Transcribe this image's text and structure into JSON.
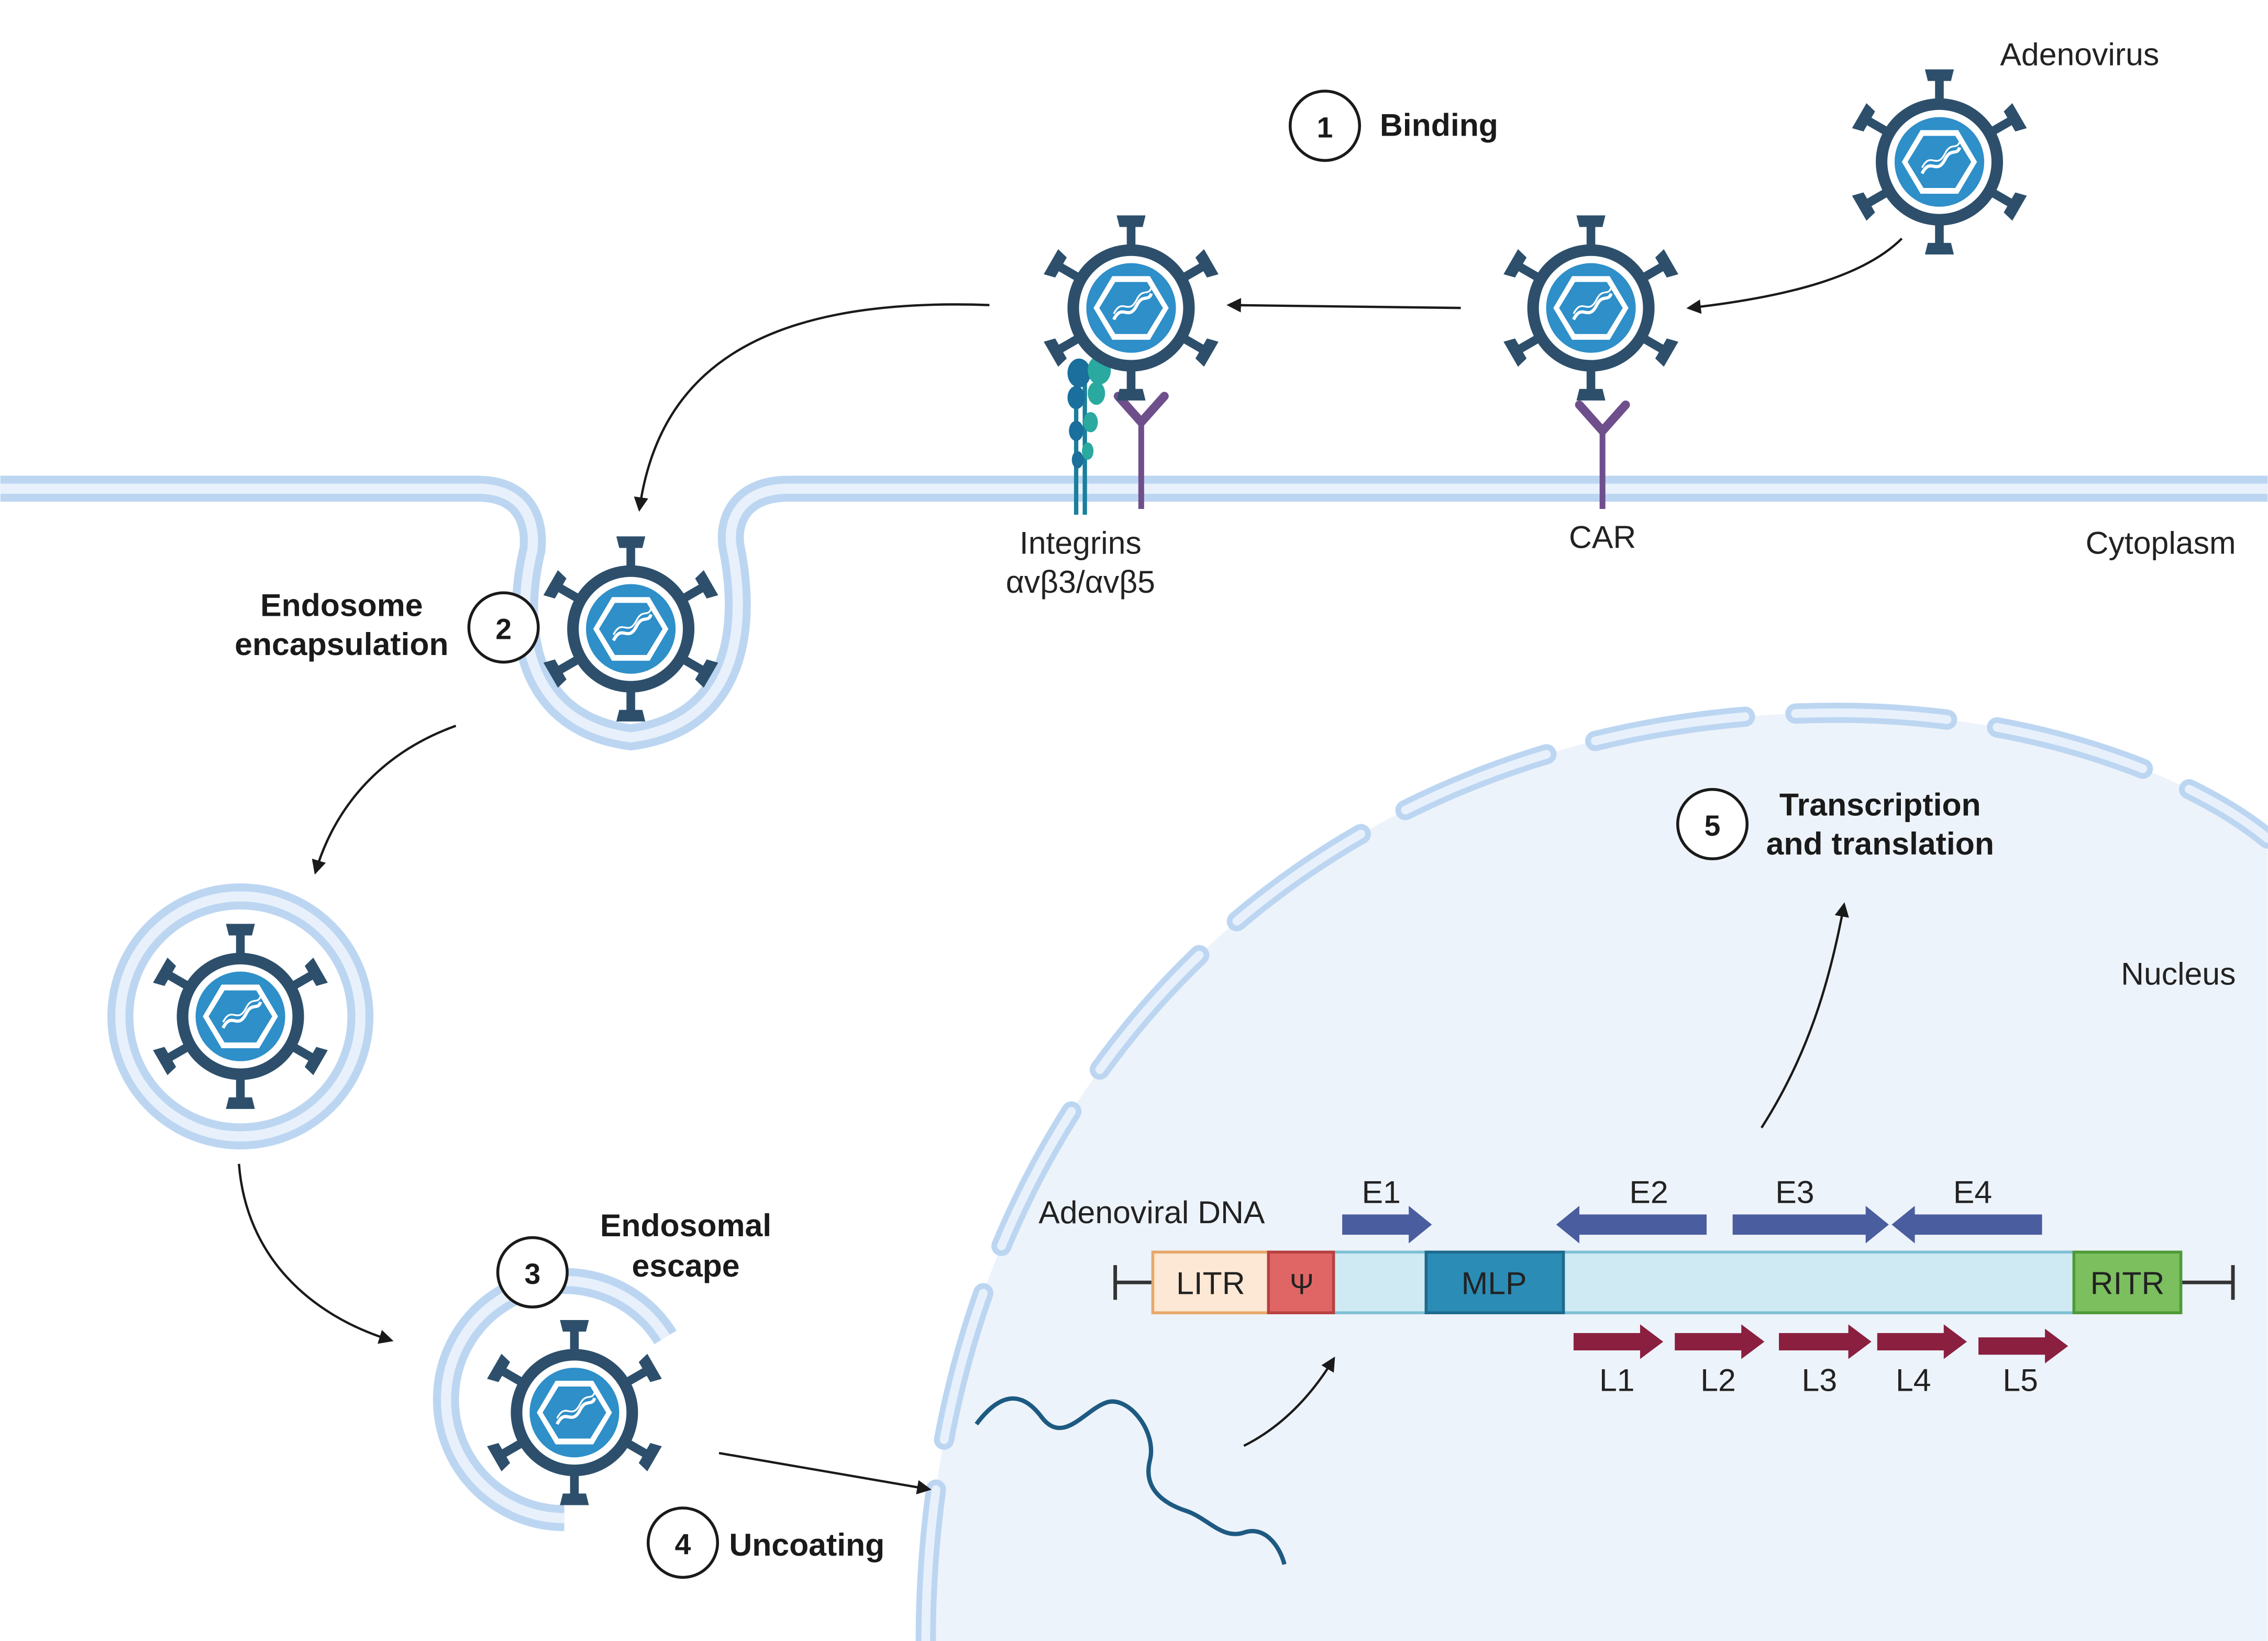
{
  "labels": {
    "adenovirus": "Adenovirus",
    "cytoplasm": "Cytoplasm",
    "nucleus": "Nucleus",
    "car": "CAR",
    "integrins_line1": "Integrins",
    "integrins_line2": "αvβ3/αvβ5",
    "adenoviral_dna": "Adenoviral DNA"
  },
  "steps": [
    {
      "number": "1",
      "label_line1": "Binding",
      "label_line2": ""
    },
    {
      "number": "2",
      "label_line1": "Endosome",
      "label_line2": "encapsulation"
    },
    {
      "number": "3",
      "label_line1": "Endosomal",
      "label_line2": "escape"
    },
    {
      "number": "4",
      "label_line1": "Uncoating",
      "label_line2": ""
    },
    {
      "number": "5",
      "label_line1": "Transcription",
      "label_line2": "and translation"
    }
  ],
  "genome": {
    "segments": [
      "LITR",
      "Ψ",
      "MLP",
      "RITR"
    ],
    "early_genes": [
      "E1",
      "E2",
      "E3",
      "E4"
    ],
    "late_genes": [
      "L1",
      "L2",
      "L3",
      "L4",
      "L5"
    ]
  },
  "colors": {
    "membrane": "#bcd6f2",
    "nucleus_fill": "#edf3fa",
    "virus_dark": "#2d4f6b",
    "virus_blue": "#2e8fc9",
    "integrin": "#1a7f9c",
    "car_receptor": "#6e4f8c",
    "early_arrow": "#4a5d9e",
    "late_arrow": "#8b1f3f",
    "litr": "#fce8d4",
    "psi": "#e06666",
    "mlp": "#2b8cb5",
    "ritr": "#7bbf5e",
    "dna_bar": "#cfeaf2"
  }
}
